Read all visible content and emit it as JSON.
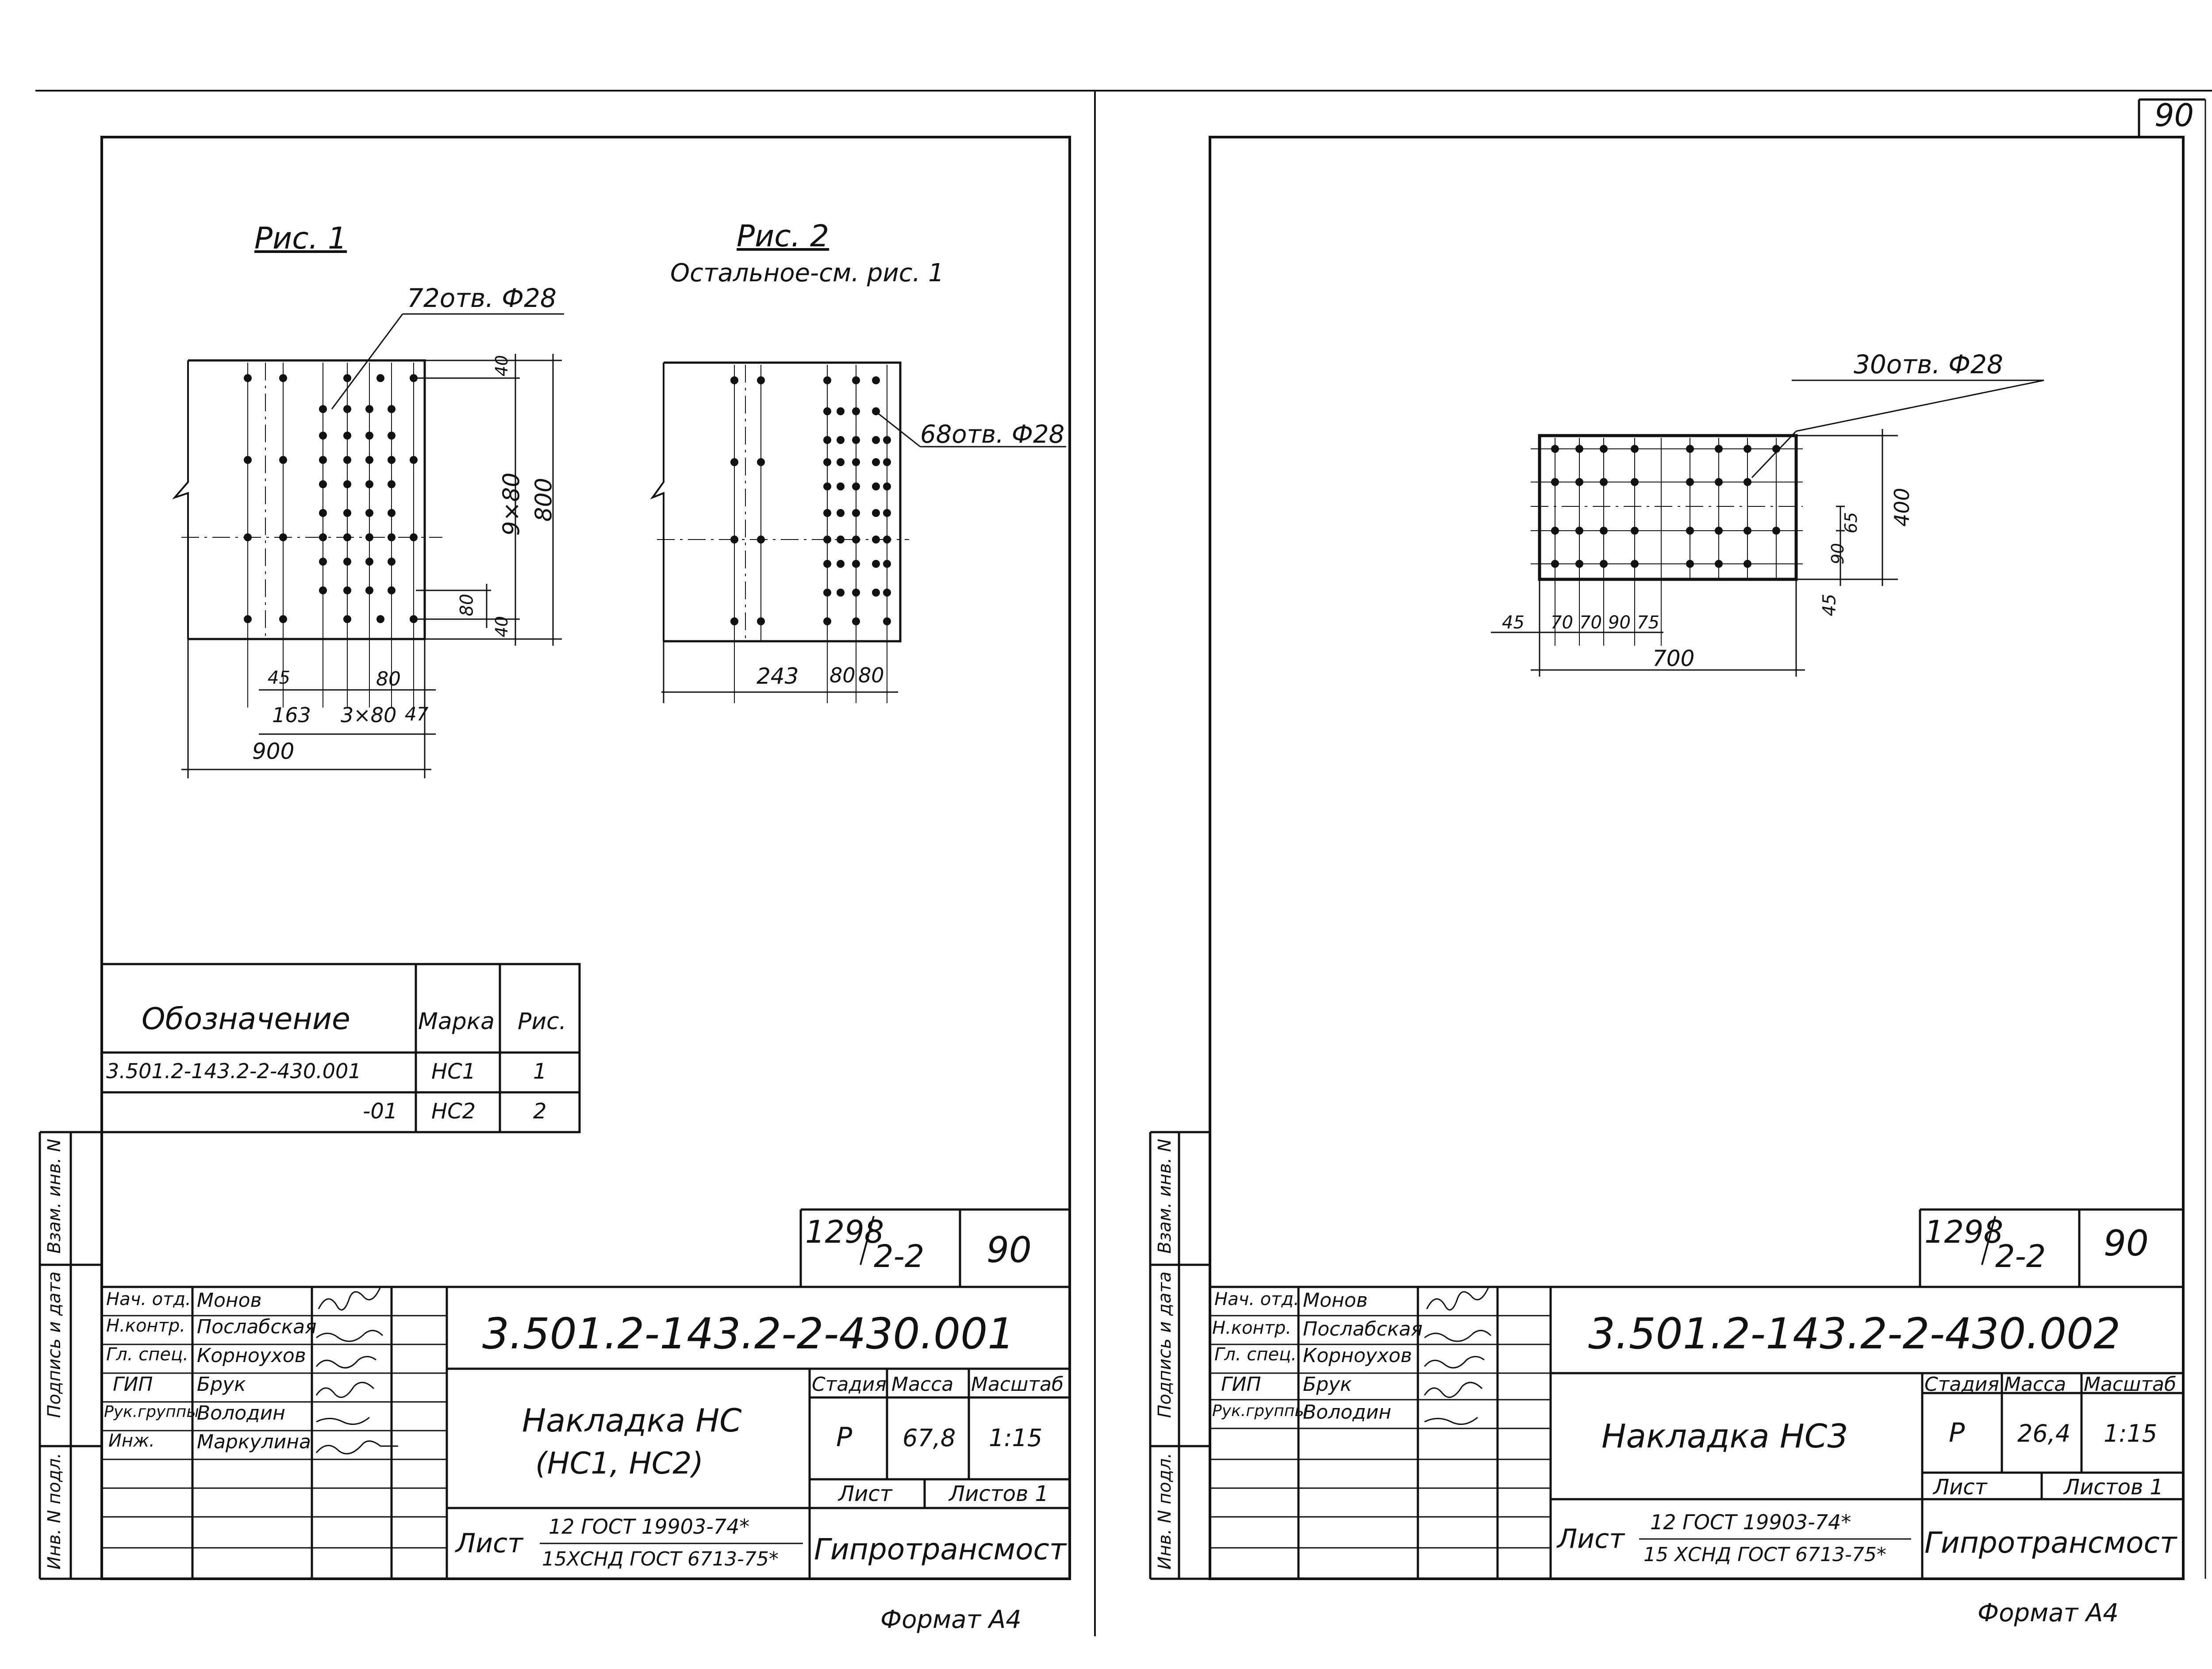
{
  "page_number": "90",
  "left_sheet": {
    "fig1": {
      "title": "Рис. 1",
      "holes_callout": "72отв. Ф28",
      "dims": {
        "d40_top": "40",
        "d9x80": "9×80",
        "d800": "800",
        "d80_right": "80",
        "d40_bottom": "40",
        "d45": "45",
        "d80_bottom": "80",
        "d163": "163",
        "d3x80": "3×80",
        "d47": "47",
        "d900": "900"
      }
    },
    "fig2": {
      "title": "Рис. 2",
      "subtitle": "Остальное-см. рис. 1",
      "holes_callout": "68отв. Ф28",
      "dims": {
        "d243": "243",
        "d80a": "80",
        "d80b": "80"
      }
    },
    "spec_table": {
      "headers": [
        "Обозначение",
        "Марка",
        "Рис."
      ],
      "rows": [
        {
          "designation": "3.501.2-143.2-2-430.001",
          "mark": "НС1",
          "fig": "1"
        },
        {
          "designation": "-01",
          "mark": "НС2",
          "fig": "2"
        }
      ]
    },
    "title_block": {
      "album": "1298/2-2",
      "album_num": "1298",
      "album_sub": "2-2",
      "sheet_no": "90",
      "doc_code": "3.501.2-143.2-2-430.001",
      "name_line1": "Накладка НС",
      "name_line2": "(НС1, НС2)",
      "stage_label": "Стадия",
      "mass_label": "Масса",
      "scale_label": "Масштаб",
      "stage": "Р",
      "mass": "67,8",
      "scale": "1:15",
      "sheet_label": "Лист",
      "sheets_label": "Листов 1",
      "material_prefix": "Лист",
      "material_top": "12 ГОСТ 19903-74*",
      "material_bottom": "15ХСНД ГОСТ 6713-75*",
      "org": "Гипротрансмост",
      "staff": [
        {
          "role": "Нач. отд.",
          "name": "Монов"
        },
        {
          "role": "Н.контр.",
          "name": "Послабская"
        },
        {
          "role": "Гл. спец.",
          "name": "Корноухов"
        },
        {
          "role": "ГИП",
          "name": "Брук"
        },
        {
          "role": "Рук.группы",
          "name": "Володин"
        },
        {
          "role": "Инж.",
          "name": "Маркулина"
        }
      ],
      "side_labels": [
        "Взам. инв. N",
        "Подпись и дата",
        "Инв. N подл."
      ]
    },
    "format": "Формат А4"
  },
  "right_sheet": {
    "fig": {
      "holes_callout": "30отв. Ф28",
      "dims": {
        "d400": "400",
        "d90": "90",
        "d65": "65",
        "d45_v": "45",
        "d45_h": "45",
        "d70a": "70",
        "d70b": "70",
        "d90h": "90",
        "d75": "75",
        "d700": "700"
      }
    },
    "title_block": {
      "album_num": "1298",
      "album_sub": "2-2",
      "sheet_no": "90",
      "doc_code": "3.501.2-143.2-2-430.002",
      "name_line1": "Накладка НС3",
      "stage_label": "Стадия",
      "mass_label": "Масса",
      "scale_label": "Масштаб",
      "stage": "Р",
      "mass": "26,4",
      "scale": "1:15",
      "sheet_label": "Лист",
      "sheets_label": "Листов 1",
      "material_prefix": "Лист",
      "material_top": "12 ГОСТ 19903-74*",
      "material_bottom": "15 ХСНД ГОСТ 6713-75*",
      "org": "Гипротрансмост",
      "staff": [
        {
          "role": "Нач. отд.",
          "name": "Монов"
        },
        {
          "role": "Н.контр.",
          "name": "Послабская"
        },
        {
          "role": "Гл. спец.",
          "name": "Корноухов"
        },
        {
          "role": "ГИП",
          "name": "Брук"
        },
        {
          "role": "Рук.группы",
          "name": "Володин"
        }
      ],
      "side_labels": [
        "Взам. инв. N",
        "Подпись и дата",
        "Инв. N подл."
      ]
    },
    "format": "Формат А4"
  }
}
